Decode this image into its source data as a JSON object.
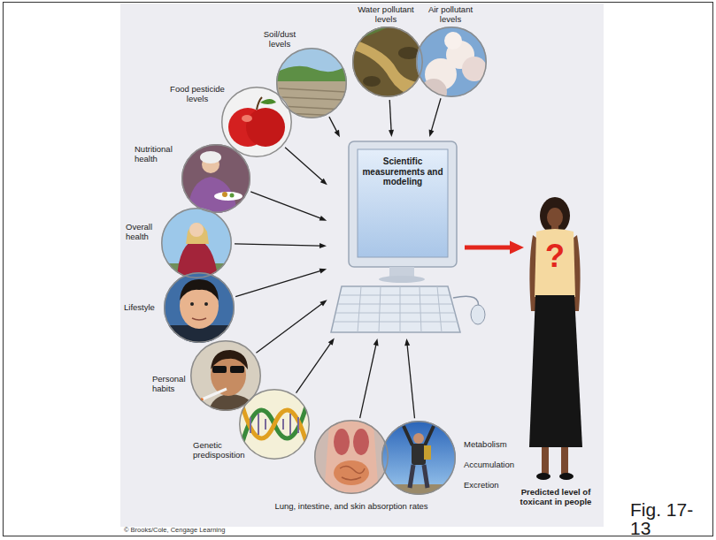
{
  "diagram": {
    "nodes": [
      {
        "text": [
          "Soil/dust levels"
        ]
      },
      {
        "text": [
          "Water pollutant levels"
        ]
      },
      {
        "text": [
          "Air pollutant levels"
        ]
      },
      {
        "text": [
          "Food pesticide levels"
        ]
      },
      {
        "text": [
          "Nutritional health"
        ]
      },
      {
        "text": [
          "Overall health"
        ]
      },
      {
        "text": [
          "Lifestyle"
        ]
      },
      {
        "text": [
          "Personal habits"
        ]
      },
      {
        "text": [
          "Genetic predisposition"
        ]
      },
      {
        "text": [
          "Lung, intestine, and skin absorption rates"
        ]
      },
      {
        "text": [
          "Metabolism",
          "Accumulation",
          "Excretion"
        ]
      },
      {
        "text": [
          "Scientific measurements and modeling"
        ]
      },
      {
        "text": [
          "Predicted level of toxicant in people"
        ]
      }
    ],
    "edges": [
      {
        "from": 0,
        "to": 11,
        "arrow": "to"
      },
      {
        "from": 1,
        "to": 11,
        "arrow": "to"
      },
      {
        "from": 2,
        "to": 11,
        "arrow": "to"
      },
      {
        "from": 3,
        "to": 11,
        "arrow": "to"
      },
      {
        "from": 4,
        "to": 11,
        "arrow": "to"
      },
      {
        "from": 5,
        "to": 11,
        "arrow": "to"
      },
      {
        "from": 6,
        "to": 11,
        "arrow": "to"
      },
      {
        "from": 7,
        "to": 11,
        "arrow": "to"
      },
      {
        "from": 8,
        "to": 11,
        "arrow": "to"
      },
      {
        "from": 9,
        "to": 11,
        "arrow": "to"
      },
      {
        "from": 10,
        "to": 11,
        "arrow": "to"
      },
      {
        "from": 11,
        "to": 12,
        "arrow": "to"
      }
    ],
    "labels": [
      "?",
      "Fig. 17-13",
      "© Brooks/Cole, Cengage Learning"
    ]
  }
}
